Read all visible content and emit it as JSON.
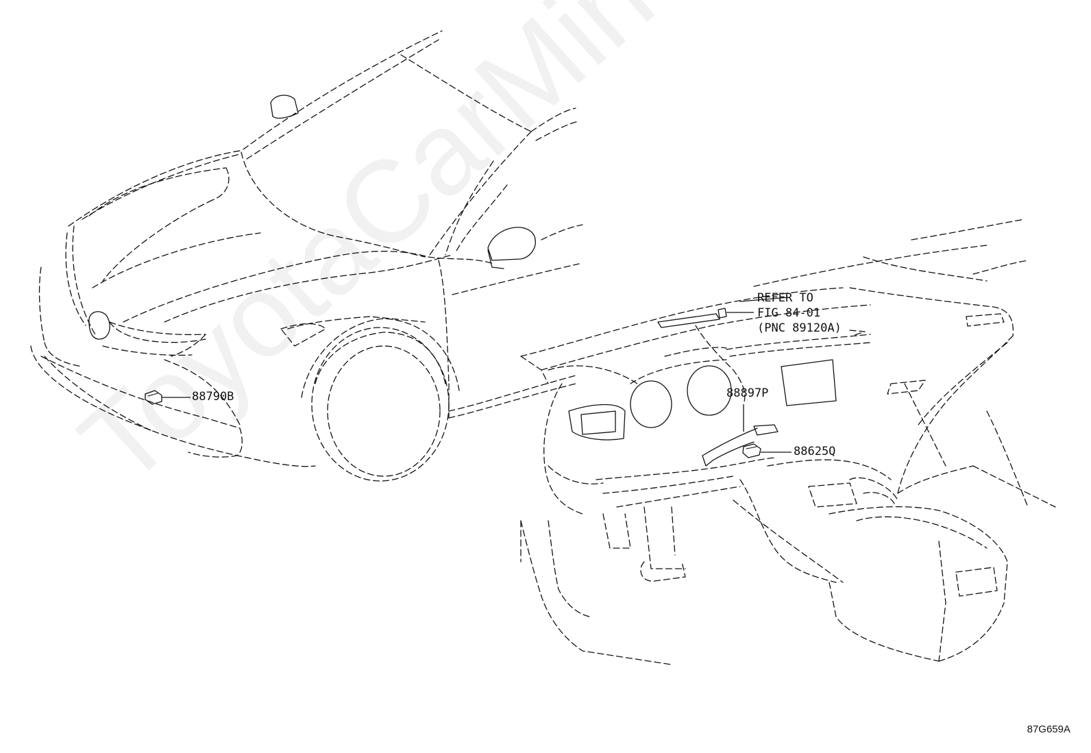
{
  "diagram": {
    "figure_id": "87G659A",
    "watermark": "ToyotaCarMine.ru",
    "callouts": {
      "part_88790b": "88790B",
      "part_88897p": "88897P",
      "part_88625q": "88625Q",
      "refer_line1": "REFER TO",
      "refer_line2": "FIG 84-01",
      "refer_line3": "(PNC 89120A)"
    }
  }
}
